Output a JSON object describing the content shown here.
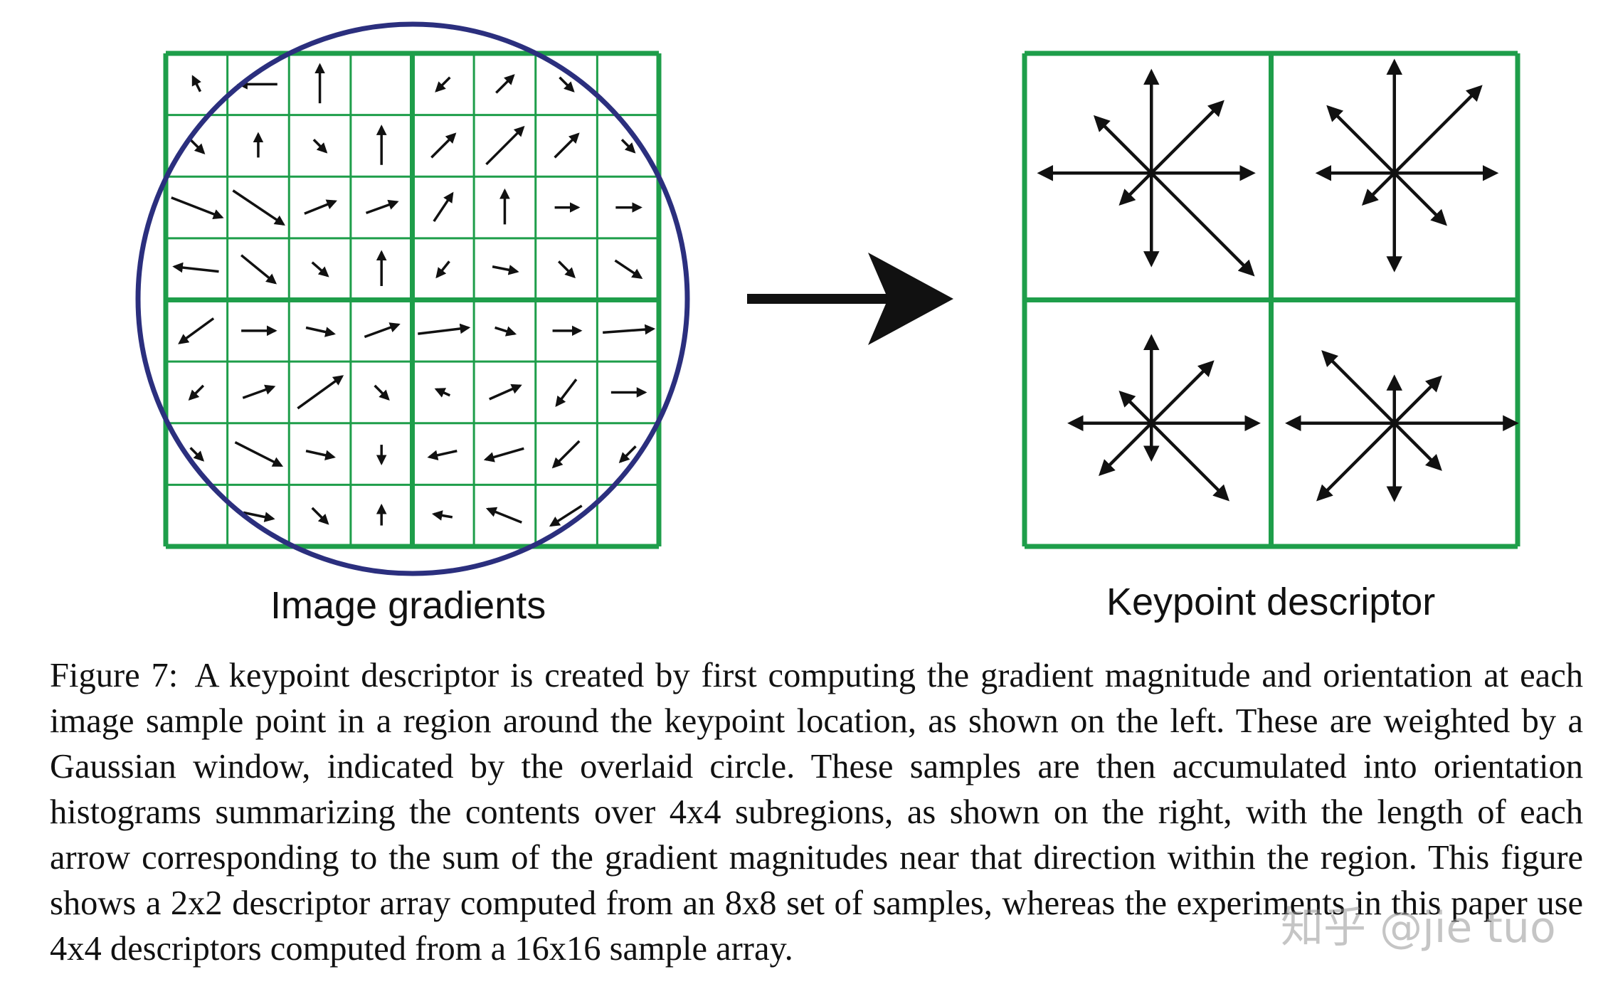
{
  "figure": {
    "left_panel_label": "Image gradients",
    "right_panel_label": "Keypoint descriptor",
    "colors": {
      "grid": "#1e9e4a",
      "circle": "#2b2f7e",
      "arrow": "#111111"
    },
    "left_grid_cells": 8,
    "right_grid_cells": 2,
    "left_samples": [
      [
        [
          -0.12,
          -0.24
        ],
        [
          -0.62,
          0
        ],
        [
          0,
          -0.62
        ],
        null,
        [
          -0.22,
          0.22
        ],
        [
          0.28,
          -0.28
        ],
        [
          0.22,
          0.22
        ],
        null
      ],
      [
        [
          0.23,
          0.23
        ],
        [
          0,
          -0.38
        ],
        [
          0.2,
          0.2
        ],
        [
          0,
          -0.62
        ],
        [
          0.38,
          -0.38
        ],
        [
          0.6,
          -0.6
        ],
        [
          0.38,
          -0.38
        ],
        [
          0.2,
          0.2
        ]
      ],
      [
        [
          0.82,
          0.32
        ],
        [
          0.82,
          0.55
        ],
        [
          0.5,
          -0.2
        ],
        [
          0.5,
          -0.18
        ],
        [
          0.3,
          -0.45
        ],
        [
          0,
          -0.55
        ],
        [
          0.38,
          0
        ],
        [
          0.4,
          0
        ]
      ],
      [
        [
          -0.72,
          -0.08
        ],
        [
          0.55,
          0.45
        ],
        [
          0.25,
          0.22
        ],
        [
          0,
          -0.55
        ],
        [
          -0.2,
          0.25
        ],
        [
          0.4,
          0.08
        ],
        [
          0.25,
          0.25
        ],
        [
          0.42,
          0.28
        ]
      ],
      [
        [
          -0.55,
          0.4
        ],
        [
          0.55,
          0
        ],
        [
          0.45,
          0.1
        ],
        [
          0.55,
          -0.2
        ],
        [
          0.82,
          -0.1
        ],
        [
          0.32,
          0.1
        ],
        [
          0.45,
          0
        ],
        [
          0.82,
          -0.06
        ]
      ],
      [
        [
          -0.22,
          0.22
        ],
        [
          0.5,
          -0.18
        ],
        [
          0.72,
          -0.52
        ],
        [
          0.22,
          0.22
        ],
        [
          -0.22,
          -0.1
        ],
        [
          0.5,
          -0.22
        ],
        [
          -0.32,
          0.42
        ],
        [
          0.55,
          0
        ]
      ],
      [
        [
          0.2,
          0.2
        ],
        [
          0.75,
          0.38
        ],
        [
          0.45,
          0.1
        ],
        [
          0,
          0.3
        ],
        [
          -0.45,
          0.1
        ],
        [
          -0.62,
          0.18
        ],
        [
          -0.42,
          0.42
        ],
        [
          -0.25,
          0.25
        ]
      ],
      [
        null,
        [
          0.48,
          0.1
        ],
        [
          0.25,
          0.25
        ],
        [
          0,
          -0.32
        ],
        [
          -0.3,
          -0.05
        ],
        [
          -0.55,
          -0.22
        ],
        [
          -0.5,
          0.32
        ],
        null
      ]
    ],
    "histograms": [
      [
        [
          0,
          -1.0
        ],
        [
          0.7,
          -0.7
        ],
        [
          1.0,
          0
        ],
        [
          1.0,
          1.0
        ],
        [
          0,
          0.9
        ],
        [
          -0.3,
          0.3
        ],
        [
          -1.1,
          0
        ],
        [
          -0.55,
          -0.55
        ]
      ],
      [
        [
          0,
          -1.1
        ],
        [
          0.85,
          -0.85
        ],
        [
          1.0,
          0
        ],
        [
          0.5,
          0.5
        ],
        [
          0,
          0.95
        ],
        [
          -0.3,
          0.3
        ],
        [
          -0.75,
          0
        ],
        [
          -0.65,
          -0.65
        ]
      ],
      [
        [
          0,
          -0.85
        ],
        [
          0.6,
          -0.6
        ],
        [
          1.05,
          0
        ],
        [
          0.75,
          0.75
        ],
        [
          0,
          0.35
        ],
        [
          -0.5,
          0.5
        ],
        [
          -0.8,
          0
        ],
        [
          -0.3,
          -0.3
        ]
      ],
      [
        [
          0,
          -0.45
        ],
        [
          0.45,
          -0.45
        ],
        [
          1.2,
          0
        ],
        [
          0.45,
          0.45
        ],
        [
          0,
          0.75
        ],
        [
          -0.75,
          0.75
        ],
        [
          -1.05,
          0
        ],
        [
          -0.7,
          -0.7
        ]
      ]
    ]
  },
  "caption": {
    "figure_number": "Figure 7:",
    "text": "A keypoint descriptor is created by first computing the gradient magnitude and orientation at each image sample point in a region around the keypoint location, as shown on the left. These are weighted by a Gaussian window, indicated by the overlaid circle. These samples are then accumulated into orientation histograms summarizing the contents over 4x4 subregions, as shown on the right, with the length of each arrow corresponding to the sum of the gradient magnitudes near that direction within the region. This figure shows a 2x2 descriptor array computed from an 8x8 set of samples, whereas the experiments in this paper use 4x4 descriptors computed from a 16x16 sample array."
  },
  "watermark": "知乎 @jie tuo"
}
